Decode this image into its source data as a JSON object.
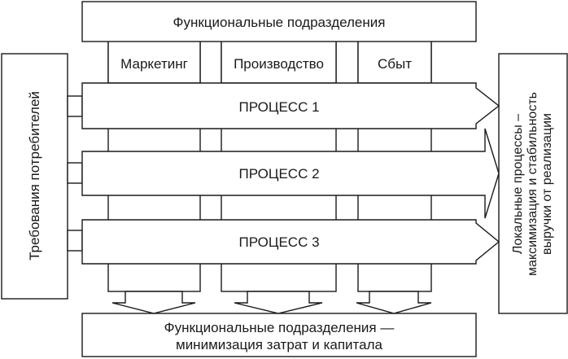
{
  "top_box": {
    "label": "Функциональные подразделения"
  },
  "departments": [
    {
      "label": "Маркетинг"
    },
    {
      "label": "Производство"
    },
    {
      "label": "Сбыт"
    }
  ],
  "left_box": {
    "label": "Требования потребителей"
  },
  "right_box": {
    "lines": [
      "Локальные процессы –",
      "максимизация и стабильность",
      "выручки от реализации"
    ]
  },
  "processes": [
    {
      "label": "ПРОЦЕСС 1"
    },
    {
      "label": "ПРОЦЕСС 2"
    },
    {
      "label": "ПРОЦЕСС 3"
    }
  ],
  "bottom_box": {
    "line1": "Функциональные подразделения —",
    "line2": "минимизация затрат и капитала"
  },
  "colors": {
    "stroke": "#1a1a1a",
    "fill": "#ffffff"
  }
}
